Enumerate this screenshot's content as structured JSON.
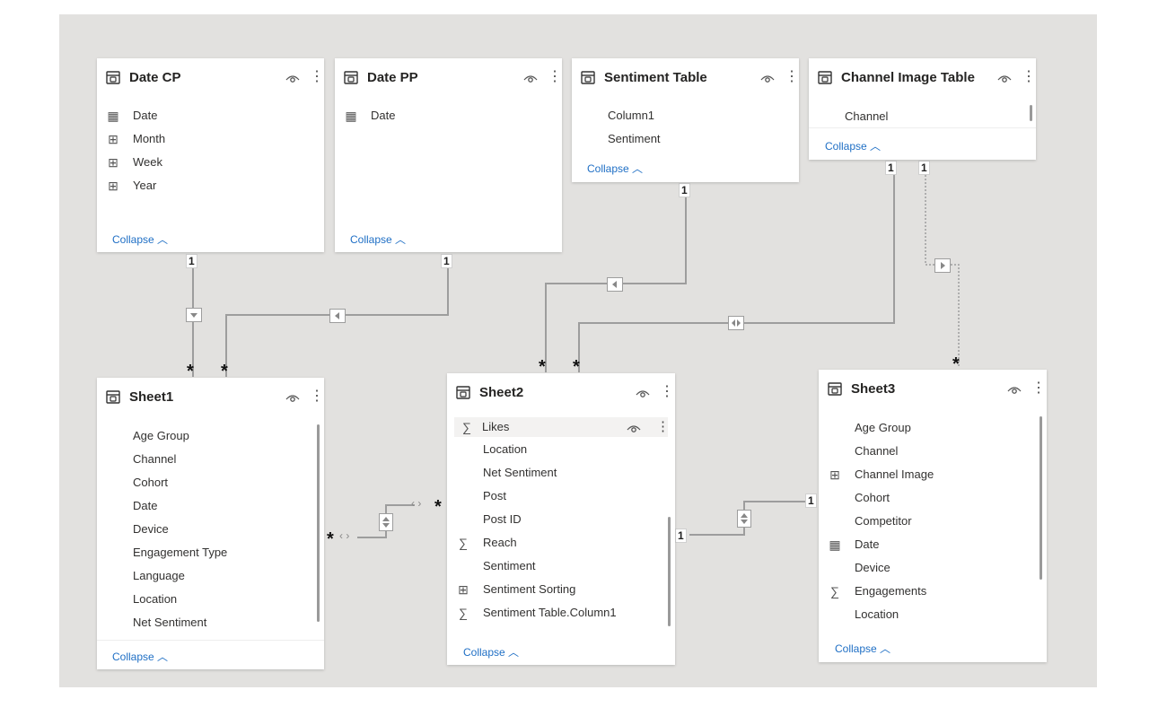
{
  "tables": {
    "date_cp": {
      "title": "Date CP",
      "fields": [
        "Date",
        "Month",
        "Week",
        "Year"
      ],
      "collapse": "Collapse"
    },
    "date_pp": {
      "title": "Date PP",
      "fields": [
        "Date"
      ],
      "collapse": "Collapse"
    },
    "sentiment_table": {
      "title": "Sentiment Table",
      "fields": [
        "Column1",
        "Sentiment"
      ],
      "collapse": "Collapse"
    },
    "channel_image_table": {
      "title": "Channel Image Table",
      "fields": [
        "Channel"
      ],
      "collapse": "Collapse"
    },
    "sheet1": {
      "title": "Sheet1",
      "fields": [
        "Age Group",
        "Channel",
        "Cohort",
        "Date",
        "Device",
        "Engagement Type",
        "Language",
        "Location",
        "Net Sentiment"
      ],
      "collapse": "Collapse"
    },
    "sheet2": {
      "title": "Sheet2",
      "fields": [
        "Likes",
        "Location",
        "Net Sentiment",
        "Post",
        "Post ID",
        "Reach",
        "Sentiment",
        "Sentiment Sorting",
        "Sentiment Table.Column1"
      ],
      "collapse": "Collapse"
    },
    "sheet3": {
      "title": "Sheet3",
      "fields": [
        "Age Group",
        "Channel",
        "Channel Image",
        "Cohort",
        "Competitor",
        "Date",
        "Device",
        "Engagements",
        "Location"
      ],
      "collapse": "Collapse"
    }
  },
  "relationship_labels": {
    "one": "1",
    "many": "*"
  },
  "icons": {
    "table": "table-icon",
    "visibility": "eye-icon",
    "more": "more-options-icon",
    "calendar": "calendar-icon",
    "calculated": "calculated-column-icon",
    "sum": "sigma-icon"
  },
  "colors": {
    "canvas": "#e2e1df",
    "card": "#ffffff",
    "link": "#1f6fc5",
    "line": "#9d9d9d"
  }
}
